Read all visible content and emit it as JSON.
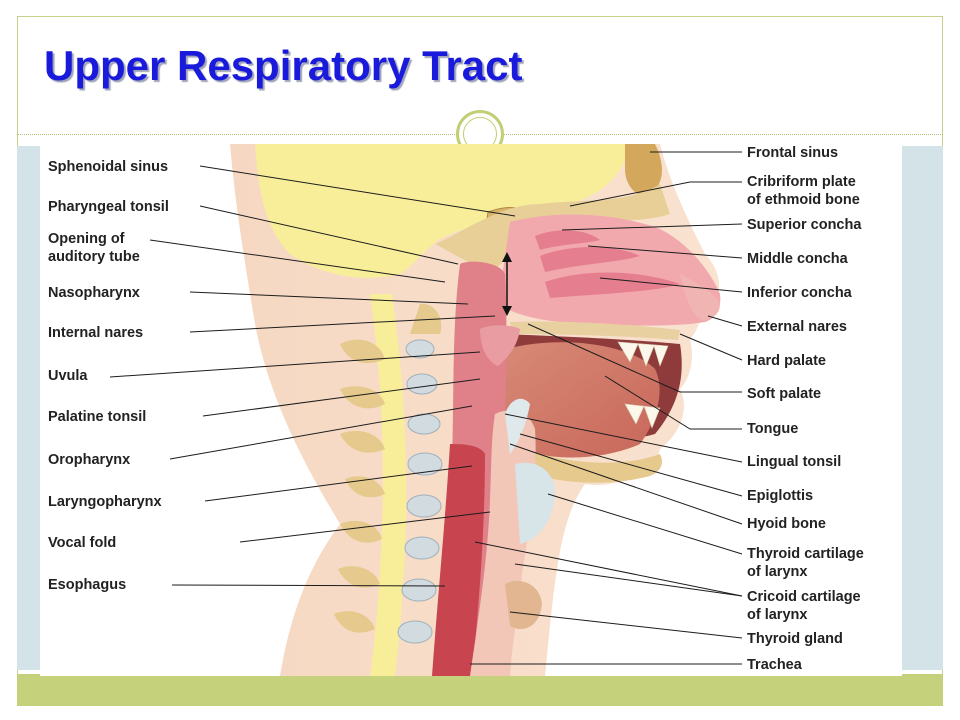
{
  "slide": {
    "title": "Upper Respiratory Tract",
    "colors": {
      "title": "#1a1adc",
      "accent": "#c5d27b",
      "band": "#d4e3e8"
    }
  },
  "labels": {
    "left": {
      "sphenoidal_sinus": "Sphenoidal sinus",
      "pharyngeal_tonsil": "Pharyngeal tonsil",
      "opening_auditory_1": "Opening of",
      "opening_auditory_2": "auditory tube",
      "nasopharynx": "Nasopharynx",
      "internal_nares": "Internal nares",
      "uvula": "Uvula",
      "palatine_tonsil": "Palatine tonsil",
      "oropharynx": "Oropharynx",
      "laryngopharynx": "Laryngopharynx",
      "vocal_fold": "Vocal fold",
      "esophagus": "Esophagus"
    },
    "right": {
      "frontal_sinus": "Frontal sinus",
      "cribriform_1": "Cribriform plate",
      "cribriform_2": "of ethmoid bone",
      "superior_concha": "Superior concha",
      "middle_concha": "Middle concha",
      "inferior_concha": "Inferior concha",
      "external_nares": "External nares",
      "hard_palate": "Hard palate",
      "soft_palate": "Soft palate",
      "tongue": "Tongue",
      "lingual_tonsil": "Lingual tonsil",
      "epiglottis": "Epiglottis",
      "hyoid_bone": "Hyoid bone",
      "thyroid_cartilage_1": "Thyroid cartilage",
      "thyroid_cartilage_2": "of larynx",
      "cricoid_cartilage_1": "Cricoid cartilage",
      "cricoid_cartilage_2": "of larynx",
      "thyroid_gland": "Thyroid gland",
      "trachea": "Trachea"
    }
  }
}
